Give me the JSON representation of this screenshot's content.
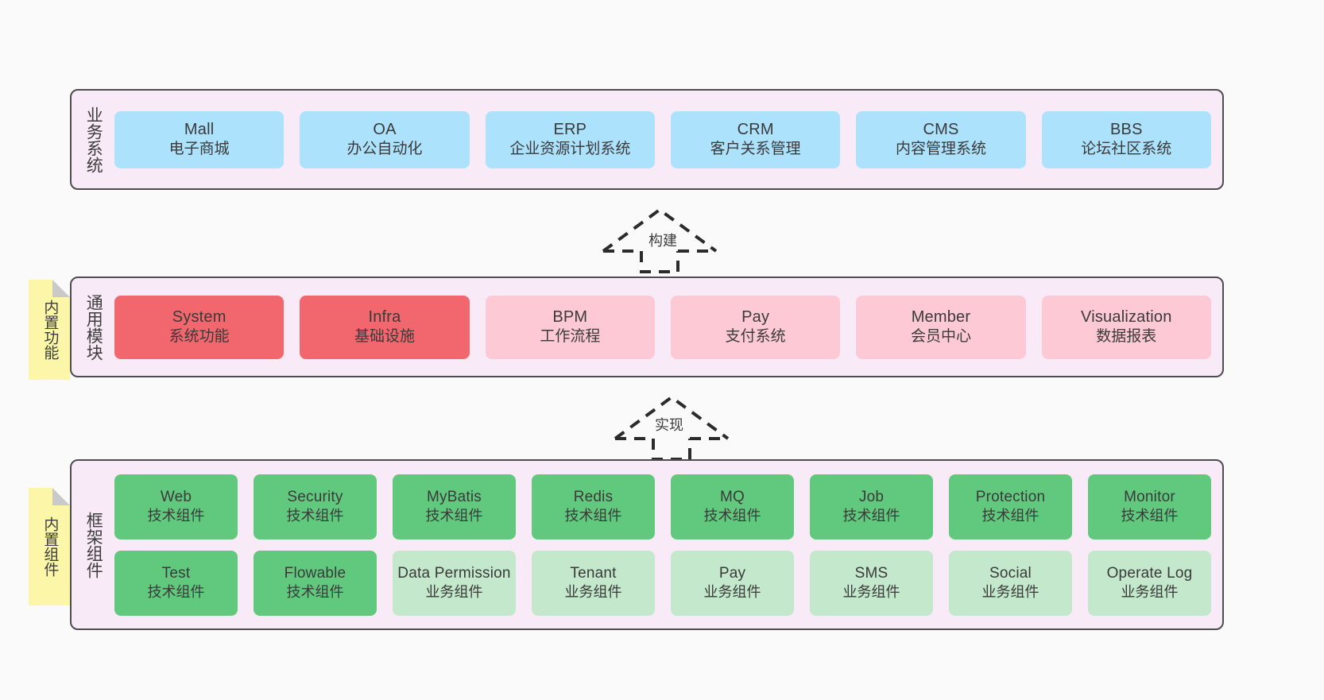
{
  "colors": {
    "background": "#fafafa",
    "panel_fill": "#f8eaf6",
    "panel_border": "#4d4d4d",
    "business_card": "#ace2fb",
    "module_core": "#f2666e",
    "module_extra": "#fcc9d4",
    "tech_component": "#61c97e",
    "business_component": "#c3e8cb",
    "note_fill": "#fcf7a8",
    "note_fold": "#c9c9c9"
  },
  "layers": {
    "business": {
      "title": "业务系统",
      "rows": [
        [
          {
            "en": "Mall",
            "cn": "电子商城"
          },
          {
            "en": "OA",
            "cn": "办公自动化"
          },
          {
            "en": "ERP",
            "cn": "企业资源计划系统"
          },
          {
            "en": "CRM",
            "cn": "客户关系管理"
          },
          {
            "en": "CMS",
            "cn": "内容管理系统"
          },
          {
            "en": "BBS",
            "cn": "论坛社区系统"
          }
        ]
      ]
    },
    "common": {
      "title": "通用模块",
      "rows": [
        [
          {
            "en": "System",
            "cn": "系统功能"
          },
          {
            "en": "Infra",
            "cn": "基础设施"
          },
          {
            "en": "BPM",
            "cn": "工作流程"
          },
          {
            "en": "Pay",
            "cn": "支付系统"
          },
          {
            "en": "Member",
            "cn": "会员中心"
          },
          {
            "en": "Visualization",
            "cn": "数据报表"
          }
        ]
      ]
    },
    "framework": {
      "title": "框架组件",
      "rows": [
        [
          {
            "en": "Web",
            "cn": "技术组件"
          },
          {
            "en": "Security",
            "cn": "技术组件"
          },
          {
            "en": "MyBatis",
            "cn": "技术组件"
          },
          {
            "en": "Redis",
            "cn": "技术组件"
          },
          {
            "en": "MQ",
            "cn": "技术组件"
          },
          {
            "en": "Job",
            "cn": "技术组件"
          },
          {
            "en": "Protection",
            "cn": "技术组件"
          },
          {
            "en": "Monitor",
            "cn": "技术组件"
          }
        ],
        [
          {
            "en": "Test",
            "cn": "技术组件"
          },
          {
            "en": "Flowable",
            "cn": "技术组件"
          },
          {
            "en": "Data Permission",
            "cn": "业务组件"
          },
          {
            "en": "Tenant",
            "cn": "业务组件"
          },
          {
            "en": "Pay",
            "cn": "业务组件"
          },
          {
            "en": "SMS",
            "cn": "业务组件"
          },
          {
            "en": "Social",
            "cn": "业务组件"
          },
          {
            "en": "Operate Log",
            "cn": "业务组件"
          }
        ]
      ]
    }
  },
  "notes": [
    {
      "text": "内置功能"
    },
    {
      "text": "内置组件"
    }
  ],
  "arrows": [
    {
      "label": "构建"
    },
    {
      "label": "实现"
    }
  ]
}
